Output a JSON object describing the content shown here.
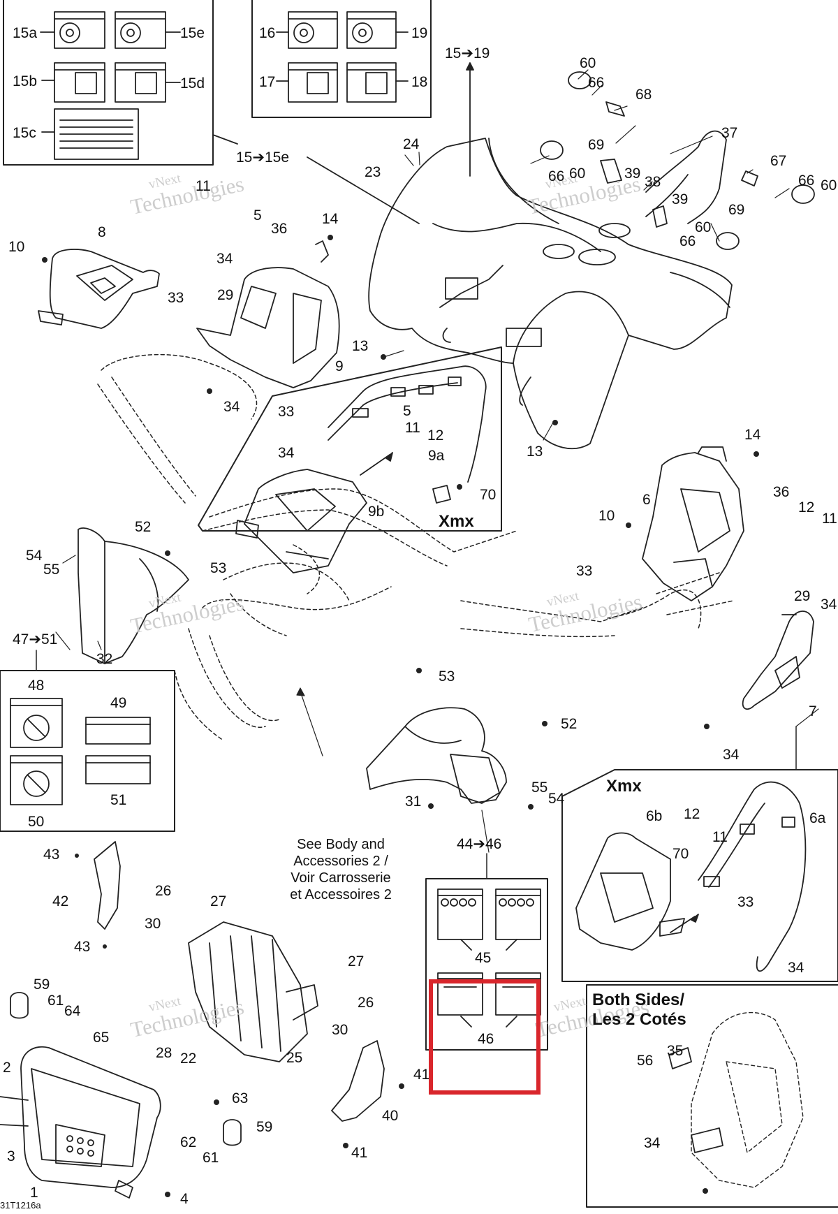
{
  "diagram": {
    "code": "31T1216a",
    "note": "See Body and Accessories 2 /\nVoir Carrosserie\net Accessoires 2",
    "watermark": [
      "vNext",
      "Technologies"
    ],
    "callout_color": "#d9262c",
    "labels": {
      "l15a": "15a",
      "l15e": "15e",
      "l15b": "15b",
      "l15d": "15d",
      "l15c": "15c",
      "l16": "16",
      "l19": "19",
      "l17": "17",
      "l18": "18",
      "r15to19": "15➔19",
      "r15to15e": "15➔15e",
      "l60a": "60",
      "l66a": "66",
      "l68": "68",
      "l69a": "69",
      "l37": "37",
      "l24": "24",
      "l23": "23",
      "l66b": "66",
      "l60b": "60",
      "l39a": "39",
      "l38": "38",
      "l39b": "39",
      "l67": "67",
      "l66c": "66",
      "l60c": "60",
      "l69b": "69",
      "l60d": "60",
      "l66d": "66",
      "l11a": "11",
      "l5a": "5",
      "l36a": "36",
      "l14a": "14",
      "l8": "8",
      "l10a": "10",
      "l34a": "34",
      "l29a": "29",
      "l33a": "33",
      "l9": "9",
      "l13a": "13",
      "l34b": "34",
      "l33b": "33",
      "l5b": "5",
      "l11b": "11",
      "l12a": "12",
      "l34c": "34",
      "l9a": "9a",
      "l70a": "70",
      "l9b": "9b",
      "xmx1": "Xmx",
      "l13b": "13",
      "l14b": "14",
      "l6": "6",
      "l36b": "36",
      "l10b": "10",
      "l12b": "12",
      "l11c": "11",
      "l33c": "33",
      "l29b": "29",
      "l34d": "34",
      "l7": "7",
      "l34e": "34",
      "l52a": "52",
      "l54a": "54",
      "l55a": "55",
      "l53a": "53",
      "r47to51": "47➔51",
      "l32": "32",
      "l48": "48",
      "l49": "49",
      "l50": "50",
      "l51": "51",
      "l53b": "53",
      "l52b": "52",
      "l31": "31",
      "l55b": "55",
      "l54b": "54",
      "r44to46": "44➔46",
      "l45": "45",
      "l46": "46",
      "xmx2": "Xmx",
      "l6b": "6b",
      "l12c": "12",
      "l6a": "6a",
      "l11d": "11",
      "l70b": "70",
      "l33d": "33",
      "l34f": "34",
      "both1": "Both Sides/",
      "both2": "Les 2 Cotés",
      "l56": "56",
      "l35": "35",
      "l34g": "34",
      "l43a": "43",
      "l42": "42",
      "l43b": "43",
      "l26a": "26",
      "l27a": "27",
      "l30a": "30",
      "l27b": "27",
      "l26b": "26",
      "l30b": "30",
      "l28": "28",
      "l22": "22",
      "l25": "25",
      "l59a": "59",
      "l61a": "61",
      "l64": "64",
      "l65": "65",
      "l2": "2",
      "l63": "63",
      "l62": "62",
      "l61b": "61",
      "l59b": "59",
      "l3": "3",
      "l1": "1",
      "l4": "4",
      "l41a": "41",
      "l40": "40",
      "l41b": "41"
    }
  }
}
